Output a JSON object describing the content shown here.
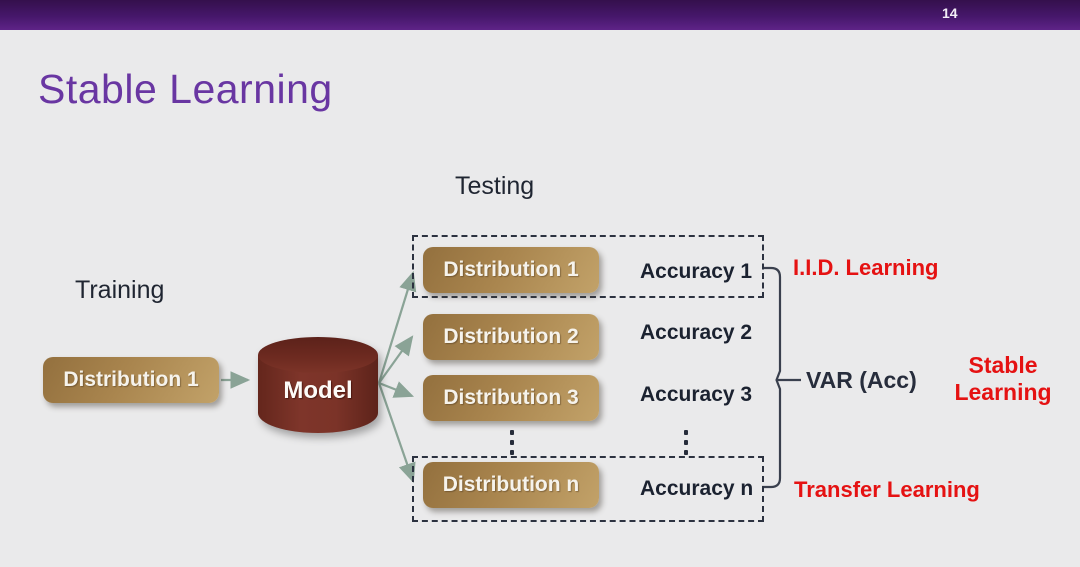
{
  "slide": {
    "page_number": "14",
    "title": "Stable Learning"
  },
  "diagram": {
    "training_label": "Training",
    "testing_label": "Testing",
    "training_distribution": "Distribution 1",
    "model_label": "Model",
    "test_distributions": [
      "Distribution 1",
      "Distribution 2",
      "Distribution 3",
      "Distribution n"
    ],
    "accuracy_labels": [
      "Accuracy 1",
      "Accuracy 2",
      "Accuracy 3",
      "Accuracy n"
    ],
    "var_label": "VAR (Acc)",
    "iid_label": "I.I.D. Learning",
    "transfer_label": "Transfer Learning",
    "stable_label_line1": "Stable",
    "stable_label_line2": "Learning"
  },
  "colors": {
    "header_purple_dark": "#34104c",
    "header_purple_light": "#5e2387",
    "title_purple": "#6936a2",
    "red_accent": "#e51212",
    "distribution_tan_dark": "#93703e",
    "distribution_tan_light": "#c2a269",
    "model_maroon": "#7a3227",
    "arrow_sage": "#8aa396",
    "dark_text": "#1f2531",
    "background_gray": "#eaeaeb"
  }
}
